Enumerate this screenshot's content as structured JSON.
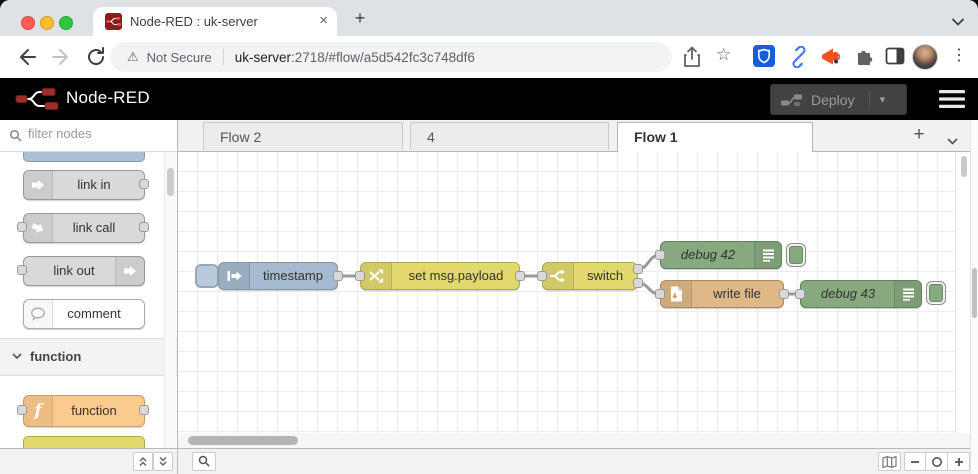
{
  "browser": {
    "tab": {
      "title": "Node-RED : uk-server",
      "close_glyph": "×",
      "new_tab_glyph": "+"
    },
    "address": {
      "warning_glyph": "⚠",
      "not_secure_label": "Not Secure",
      "host": "uk-server",
      "path": ":2718/#flow/a5d542fc3c748df6"
    },
    "star_glyph": "☆",
    "menu_dots_glyph": "⋮"
  },
  "editor": {
    "header": {
      "title": "Node-RED",
      "deploy_label": "Deploy",
      "deploy_caret_glyph": "▾"
    },
    "palette": {
      "filter_placeholder": "filter nodes",
      "items": [
        {
          "label": "link in"
        },
        {
          "label": "link call"
        },
        {
          "label": "link out"
        },
        {
          "label": "comment"
        }
      ],
      "category_label": "function",
      "category_items": [
        {
          "label": "function"
        }
      ]
    },
    "tabs": {
      "items": [
        {
          "label": "Flow 2"
        },
        {
          "label": "4"
        },
        {
          "label": "Flow 1"
        }
      ],
      "active": "Flow 1",
      "add_glyph": "+"
    },
    "flow": {
      "nodes": [
        {
          "label": "timestamp",
          "type": "inject"
        },
        {
          "label": "set msg.payload",
          "type": "change"
        },
        {
          "label": "switch",
          "type": "switch"
        },
        {
          "label": "debug 42",
          "type": "debug"
        },
        {
          "label": "write file",
          "type": "file"
        },
        {
          "label": "debug 43",
          "type": "debug"
        }
      ]
    }
  },
  "colors": {
    "nr_header_bg": "#000000",
    "logo_red": "#a02c2c",
    "inject_node": "#a6bbcf",
    "change_switch_node": "#e2d96e",
    "debug_node": "#87a980",
    "file_node": "#deb887",
    "function_node": "#fbca8d",
    "link_node": "#d9d9d9",
    "comment_node": "#ffffff",
    "wire": "#999999",
    "traffic_lights": [
      "#ff5f57",
      "#febc2e",
      "#28c840"
    ],
    "bitwarden_blue": "#175ddc",
    "link_icon_blue": "#4379f2",
    "megaphone_orange": "#f4511e"
  }
}
